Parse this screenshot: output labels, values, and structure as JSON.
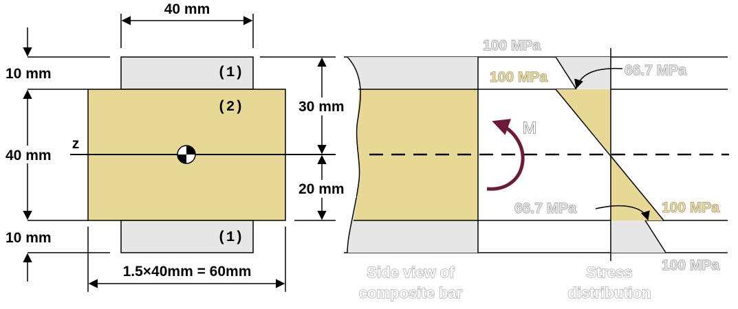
{
  "colors": {
    "material_1": "#e6e6e6",
    "material_2": "#e8d896",
    "moment_arrow": "#6b1a3a",
    "line": "#000000"
  },
  "cross_section": {
    "top_width": "40 mm",
    "flange_top_thickness": "10 mm",
    "core_height": "40 mm",
    "flange_bottom_thickness": "10 mm",
    "transformed_width": "1.5×40mm = 60mm",
    "material_top": "(1)",
    "material_core": "(2)",
    "material_bottom": "(1)",
    "neutral_axis_label": "z"
  },
  "side_view": {
    "dist_above": "30 mm",
    "dist_below": "20 mm",
    "moment_label": "M",
    "caption_line1": "Side view of",
    "caption_line2": "composite bar"
  },
  "stress": {
    "top_outer": "100 MPa",
    "top_interface_2": "100 MPa",
    "top_interface_1": "66.7 MPa",
    "bottom_interface_1": "66.7 MPa",
    "bottom_interface_2": "100 MPa",
    "bottom_outer": "100 MPa",
    "caption_line1": "Stress",
    "caption_line2": "distribution"
  }
}
